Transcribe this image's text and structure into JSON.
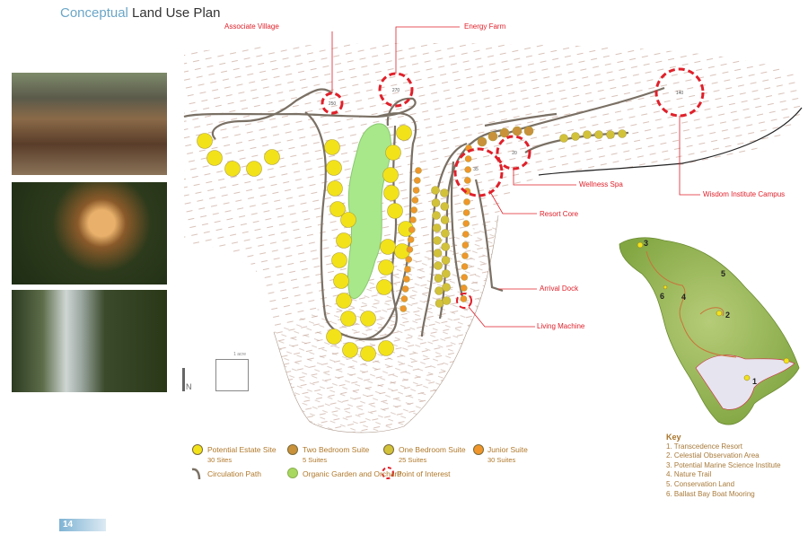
{
  "title": {
    "accent": "Conceptual",
    "rest": " Land Use Plan"
  },
  "photos": [
    {
      "name": "resort-building-photo"
    },
    {
      "name": "forest-lodge-night-photo"
    },
    {
      "name": "waterfall-photo"
    }
  ],
  "map": {
    "poi_labels": {
      "associate_village": "Associate Village",
      "energy_farm": "Energy Farm",
      "wellness_spa": "Wellness Spa",
      "resort_core": "Resort Core",
      "wisdom_campus": "Wisdom Institute Campus",
      "arrival_dock": "Arrival Dock",
      "living_machine": "Living Machine"
    },
    "poi_numbers": {
      "associate_village": "250",
      "energy_farm": "270",
      "wisdom_campus": "140",
      "wellness_spa": "20",
      "resort_core": "35"
    },
    "scale_label": "1 acre",
    "north_label": "N",
    "colors": {
      "estate": "#f2e21a",
      "two_bedroom": "#c8913a",
      "one_bedroom": "#d2c23a",
      "junior": "#f0962a",
      "garden": "#a8e88a",
      "poi": "#e0202a",
      "path": "#7a7064"
    }
  },
  "legend": {
    "estate": {
      "label": "Potential Estate Site",
      "count": "30 Sites"
    },
    "two_bedroom": {
      "label": "Two Bedroom Suite",
      "count": "5 Suites"
    },
    "one_bedroom": {
      "label": "One Bedroom Suite",
      "count": "25 Suites"
    },
    "junior": {
      "label": "Junior Suite",
      "count": "30 Suites"
    },
    "path": {
      "label": "Circulation Path"
    },
    "garden": {
      "label": "Organic Garden and Orchard"
    },
    "poi": {
      "label": "Point of Interest"
    }
  },
  "key": {
    "heading": "Key",
    "items": [
      "1. Transcedence Resort",
      "2. Celestial Observation Area",
      "3. Potential Marine Science Institute",
      "4. Nature Trail",
      "5. Conservation Land",
      "6. Ballast Bay Boat Mooring"
    ],
    "island_labels": [
      "1",
      "2",
      "3",
      "4",
      "5",
      "6"
    ]
  },
  "page_number": "14"
}
